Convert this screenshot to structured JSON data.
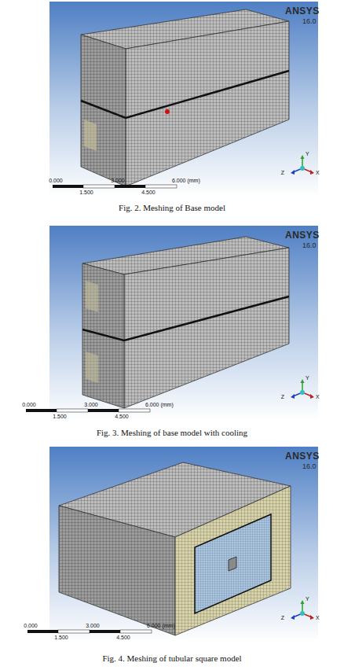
{
  "diagram": {
    "labels": [
      "ANSYS",
      "16.0",
      "0.000",
      "3.000",
      "6.000 (mm)",
      "1.500",
      "4.500",
      "Y",
      "Z",
      "X",
      "Fig. 2. Meshing of Base model",
      "ANSYS",
      "16.0",
      "0.000",
      "3.000",
      "6.000 (mm)",
      "1.500",
      "4.500",
      "Y",
      "Z",
      "X",
      "Fig. 3. Meshing of base model with cooling",
      "ANSYS",
      "16.0",
      "0.000",
      "3.000",
      "6.000 (mm)",
      "1.500",
      "4.500",
      "Y",
      "Z",
      "X",
      "Fig. 4. Meshing of tubular square model"
    ]
  }
}
